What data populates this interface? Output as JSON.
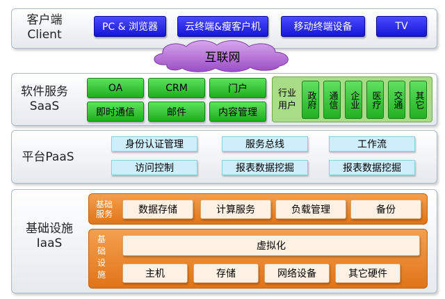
{
  "client": {
    "title_cn": "客户端",
    "title_en": "Client",
    "items": [
      "PC & 浏览器",
      "云终端&瘦客户机",
      "移动终端设备",
      "TV"
    ]
  },
  "internet": {
    "label": "互联网"
  },
  "saas": {
    "title_cn": "软件服务",
    "title_en": "SaaS",
    "items": [
      "OA",
      "CRM",
      "门户",
      "即时通信",
      "邮件",
      "内容管理"
    ],
    "industry": {
      "label_line1": "行业",
      "label_line2": "用户",
      "items": [
        "政府",
        "通信",
        "企业",
        "医疗",
        "交通",
        "其它"
      ]
    }
  },
  "paas": {
    "title": "平台PaaS",
    "items": [
      "身份认证管理",
      "服务总线",
      "工作流",
      "访问控制",
      "报表数据挖掘",
      "报表数据挖掘"
    ]
  },
  "iaas": {
    "title_cn": "基础设施",
    "title_en": "IaaS",
    "services": {
      "label_line1": "基础",
      "label_line2": "服务",
      "items": [
        "数据存储",
        "计算服务",
        "负载管理",
        "备份"
      ]
    },
    "facilities": {
      "label_chars": [
        "基",
        "础",
        "设",
        "施"
      ],
      "virtualization": "虚拟化",
      "items": [
        "主机",
        "存储",
        "网络设备",
        "其它硬件"
      ]
    }
  },
  "colors": {
    "client_button": "#2a2aee",
    "saas_button": "#3cc43c",
    "paas_button": "#cfeefb",
    "iaas_panel": "#ec8a33",
    "internet_cloud": "#b36fd3"
  }
}
